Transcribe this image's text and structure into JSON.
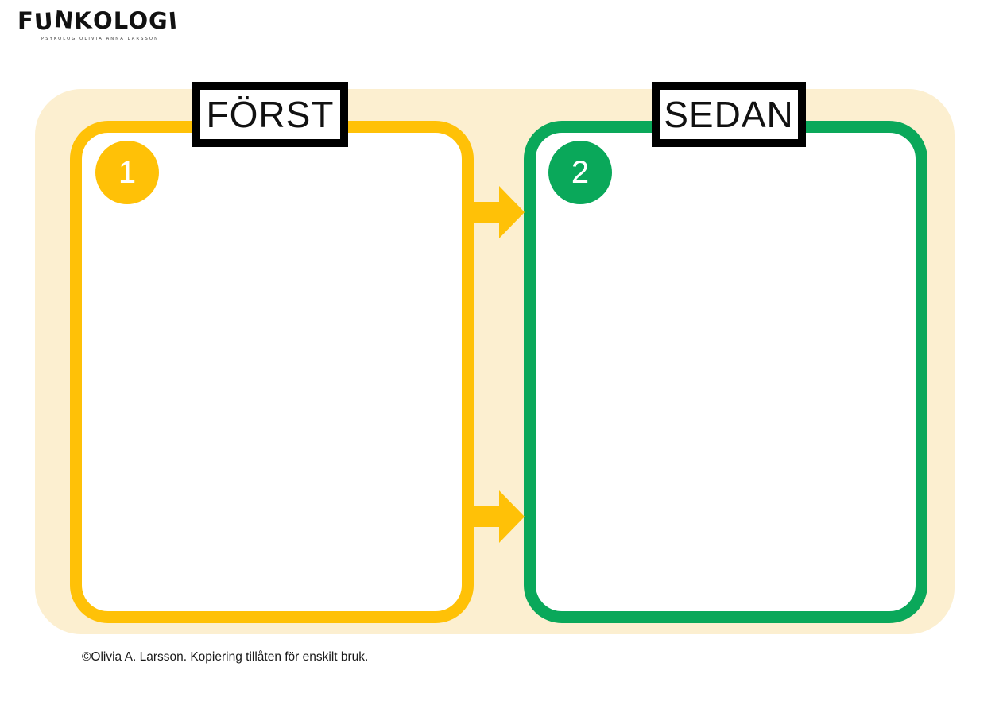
{
  "brand": {
    "wordmark": "FUNKOLOGI",
    "wordmark_letters": [
      "F",
      "U",
      "N",
      "K",
      "O",
      "L",
      "O",
      "G",
      "I"
    ],
    "subtitle": "PSYKOLOG OLIVIA ANNA LARSSON"
  },
  "worksheet": {
    "panel_color": "#fcefd0",
    "footer": "©Olivia A. Larsson. Kopiering tillåten för enskilt bruk.",
    "steps": [
      {
        "number": "1",
        "label": "FÖRST",
        "accent_color": "#ffc107",
        "content": ""
      },
      {
        "number": "2",
        "label": "SEDAN",
        "accent_color": "#0aa85a",
        "content": ""
      }
    ],
    "arrows": [
      {
        "name": "arrow-right-top",
        "color": "#ffc107"
      },
      {
        "name": "arrow-right-bottom",
        "color": "#ffc107"
      }
    ]
  }
}
